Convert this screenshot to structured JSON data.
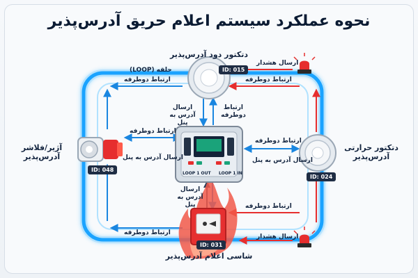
{
  "title": "نحوه عملکرد سیستم اعلام حریق آدرس‌پذیر",
  "loop_label": "حلقه (LOOP)",
  "colors": {
    "loop": "#1aa3ff",
    "alarm": "#e62e2e",
    "text": "#13243f",
    "badge": "#1f2d44",
    "panel": "#d5dde5"
  },
  "devices": {
    "smoke": {
      "name": "دتکتور دود آدرس‌پذیر",
      "id": "ID: 015",
      "icon": "smoke-detector-icon"
    },
    "heat": {
      "name": "دتکتور حرارتی آدرس‌پذیر",
      "id": "ID: 024",
      "icon": "heat-detector-icon"
    },
    "siren": {
      "name": "آژیر/فلاشر آدرس‌پذیر",
      "id": "ID: 048",
      "icon": "siren-icon"
    },
    "call_point": {
      "name": "شاسی اعلام آدرس‌پذیر",
      "id": "ID: 031",
      "icon": "manual-call-point-icon"
    }
  },
  "panel": {
    "loop1_out": "LOOP 1 OUT",
    "loop1_in": "LOOP 1 IN",
    "icon": "control-panel-icon"
  },
  "labels": {
    "send_alarm_top": "ارسال هشدار",
    "send_alarm_bottom": "ارسال هشدار",
    "bidirectional_top_left": "ارتباط دوطرفه",
    "bidirectional_top_right": "ارتباط دوطرفه",
    "bidirectional_left_mid": "ارتباط دوطرفه",
    "bidirectional_right_mid": "ارتباط دوطرفه",
    "bidirectional_bottom_left": "ارتباط دوطرفه",
    "bidirectional_bottom_right": "ارتباط دوطرفه",
    "bidirectional_smoke_panel": "ارتباط دوطرفه",
    "address_to_panel_smoke": "ارسال آدرس به پنل",
    "address_to_panel_left": "ارسال آدرس به پنل",
    "address_to_panel_right": "ارسال آدرس به پنل",
    "address_to_panel_bottom": "ارسال آدرس به پنل"
  }
}
